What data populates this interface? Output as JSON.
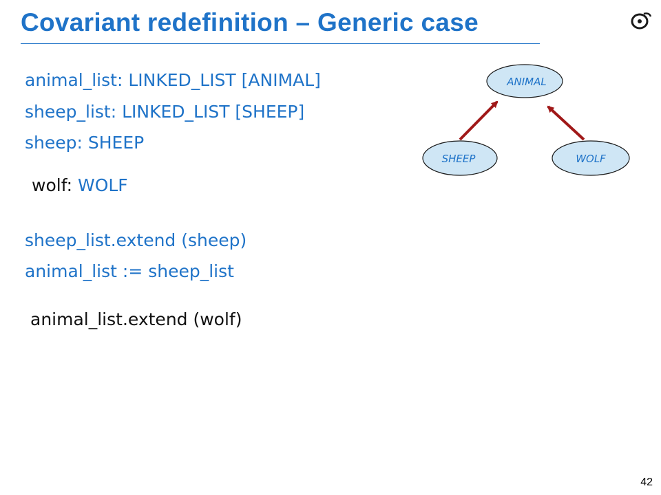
{
  "slide": {
    "title": "Covariant redefinition – Generic case",
    "page_number": "42"
  },
  "code": {
    "decl_animal_list": "animal_list: LINKED_LIST [ANIMAL]",
    "decl_sheep_list": "sheep_list: LINKED_LIST [SHEEP]",
    "decl_sheep": "sheep: SHEEP",
    "decl_wolf_name": "wolf:",
    "decl_wolf_type": "WOLF",
    "stmt_extend_sheep": "sheep_list.extend (sheep)",
    "stmt_assign": "animal_list := sheep_list",
    "stmt_extend_wolf": "animal_list.extend (wolf)"
  },
  "diagram": {
    "nodes": {
      "animal": "ANIMAL",
      "sheep": "SHEEP",
      "wolf": "WOLF"
    },
    "colors": {
      "node_fill": "#cfe6f5",
      "node_stroke": "#1a1a1a",
      "arrow": "#a01818",
      "text_blue": "#1f73c8"
    }
  }
}
